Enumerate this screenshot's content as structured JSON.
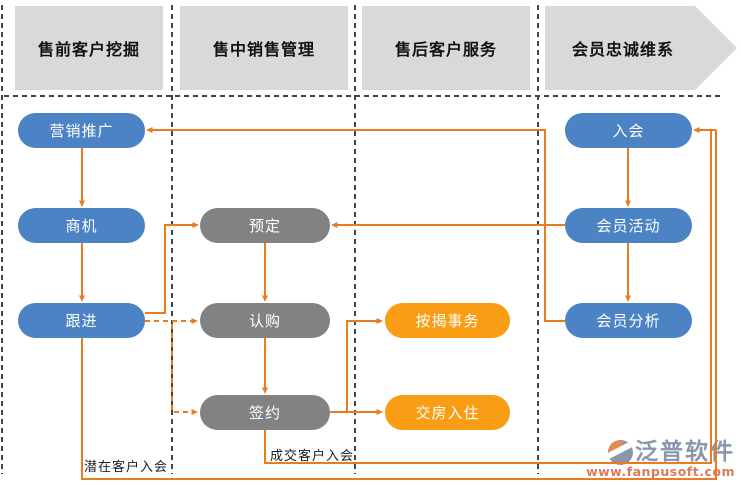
{
  "phases": [
    {
      "label": "售前客户挖掘"
    },
    {
      "label": "售中销售管理"
    },
    {
      "label": "售后客户服务"
    },
    {
      "label": "会员忠诚维系"
    }
  ],
  "nodes": [
    {
      "id": "marketing",
      "label": "营销推广",
      "phase": 0,
      "color": "blue"
    },
    {
      "id": "opportunity",
      "label": "商机",
      "phase": 0,
      "color": "blue"
    },
    {
      "id": "follow-up",
      "label": "跟进",
      "phase": 0,
      "color": "blue"
    },
    {
      "id": "reservation",
      "label": "预定",
      "phase": 1,
      "color": "gray"
    },
    {
      "id": "subscription",
      "label": "认购",
      "phase": 1,
      "color": "gray"
    },
    {
      "id": "signing",
      "label": "签约",
      "phase": 1,
      "color": "gray"
    },
    {
      "id": "mortgage",
      "label": "按揭事务",
      "phase": 2,
      "color": "orange"
    },
    {
      "id": "move-in",
      "label": "交房入住",
      "phase": 2,
      "color": "orange"
    },
    {
      "id": "join",
      "label": "入会",
      "phase": 3,
      "color": "blue"
    },
    {
      "id": "member-activity",
      "label": "会员活动",
      "phase": 3,
      "color": "blue"
    },
    {
      "id": "member-analysis",
      "label": "会员分析",
      "phase": 3,
      "color": "blue"
    }
  ],
  "edges": [
    {
      "from": "营销推广",
      "to": "商机",
      "style": "solid"
    },
    {
      "from": "商机",
      "to": "跟进",
      "style": "solid"
    },
    {
      "from": "跟进",
      "to": "预定",
      "style": "solid"
    },
    {
      "from": "跟进",
      "to": "认购",
      "style": "dashed"
    },
    {
      "from": "跟进",
      "to": "签约",
      "style": "dashed"
    },
    {
      "from": "预定",
      "to": "认购",
      "style": "solid"
    },
    {
      "from": "认购",
      "to": "签约",
      "style": "solid"
    },
    {
      "from": "签约",
      "to": "按揭事务",
      "style": "solid"
    },
    {
      "from": "签约",
      "to": "交房入住",
      "style": "solid"
    },
    {
      "from": "会员活动",
      "to": "预定",
      "style": "solid"
    },
    {
      "from": "会员分析",
      "to": "营销推广",
      "style": "solid"
    },
    {
      "from": "入会",
      "to": "会员活动",
      "style": "solid"
    },
    {
      "from": "会员活动",
      "to": "会员分析",
      "style": "solid"
    },
    {
      "from": "跟进",
      "to": "入会",
      "style": "solid",
      "label": "潜在客户入会"
    },
    {
      "from": "签约",
      "to": "入会",
      "style": "solid",
      "label": "成交客户入会"
    }
  ],
  "edge_labels": [
    {
      "label": "潜在客户入会"
    },
    {
      "label": "成交客户入会"
    }
  ],
  "watermark": {
    "brand": "泛普软件",
    "url": "www.fanpusoft.com"
  },
  "colors": {
    "node_blue": "#4c83c4",
    "node_gray": "#828282",
    "node_orange": "#f99d15",
    "connector": "#e97c1e",
    "header_bg": "#d9d9d9",
    "separator": "#444444"
  }
}
